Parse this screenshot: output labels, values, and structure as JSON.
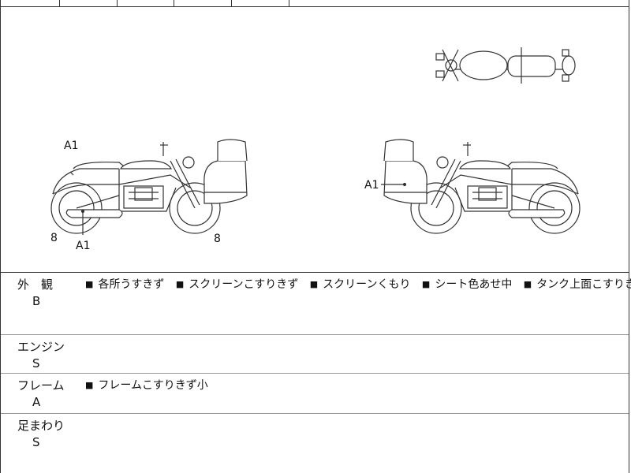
{
  "diagram": {
    "left_labels": {
      "tank": "A1",
      "tail": "A1",
      "rear_wheel": "8",
      "front_wheel": "8"
    },
    "right_labels": {
      "box": "A1"
    }
  },
  "rows": [
    {
      "name": "外　観",
      "grade": "B",
      "notes": [
        "各所うすきず",
        "スクリーンこすりきず",
        "スクリーンくもり",
        "シート色あせ中",
        "タンク上面こすりきず中"
      ]
    },
    {
      "name": "エンジン",
      "grade": "S",
      "notes": []
    },
    {
      "name": "フレーム",
      "grade": "A",
      "notes": [
        "フレームこすりきず小"
      ]
    },
    {
      "name": "足まわり",
      "grade": "S",
      "notes": []
    }
  ],
  "note_bullet": "■"
}
